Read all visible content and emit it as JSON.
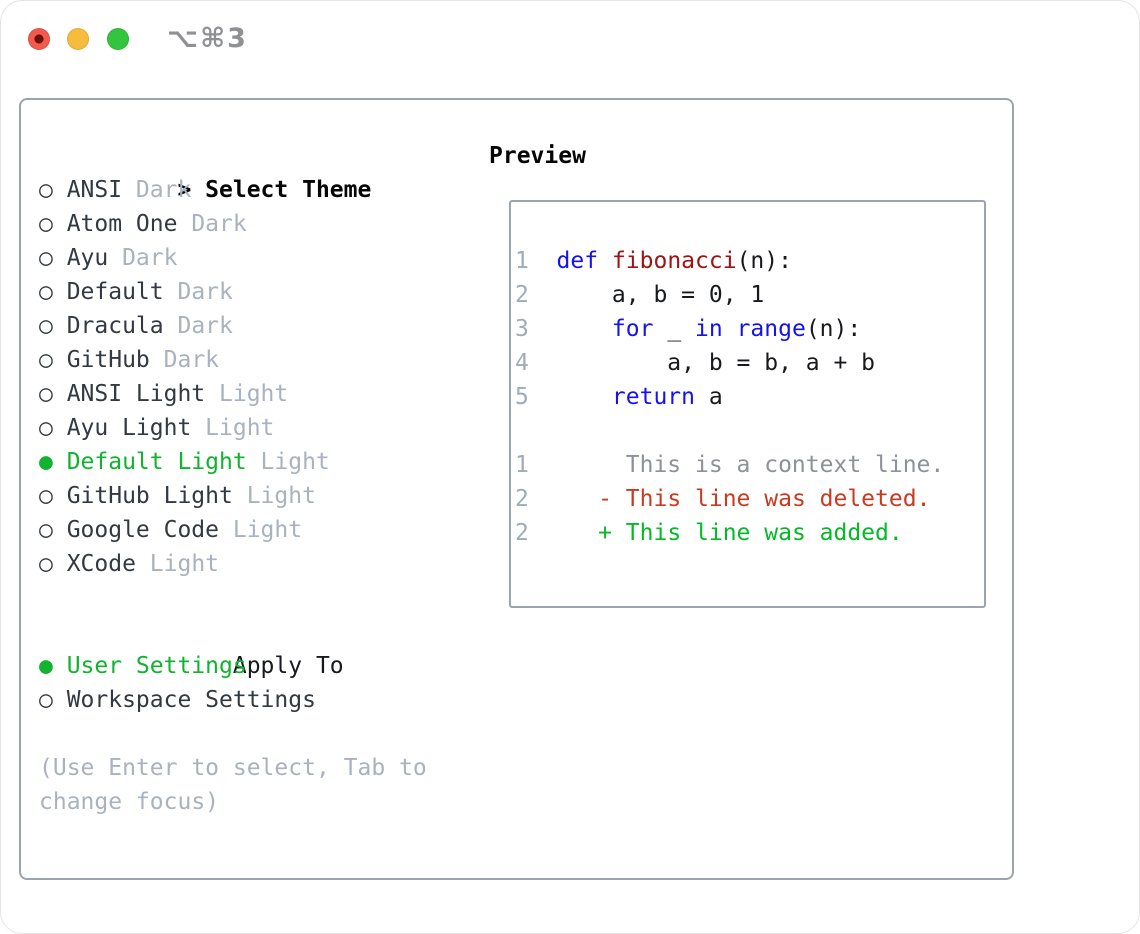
{
  "window": {
    "title": "⌥⌘3"
  },
  "colors": {
    "panel_border": "#9ba4af",
    "selection_green": "#11b32f",
    "keyword_blue": "#1412ee",
    "function_red": "#a01315",
    "context_gray": "#8d9198",
    "deleted_red": "#ca3a21",
    "added_green": "#04ba26",
    "muted_gray": "#a9b2be",
    "close_red": "#f35a4e",
    "minimize_yellow": "#f5bc3e",
    "zoom_green": "#33c440"
  },
  "theme_selector": {
    "header": {
      "marker": ">",
      "label": "Select Theme"
    },
    "radio_unselected": "○",
    "radio_selected": "●",
    "themes": [
      {
        "name": "ANSI",
        "tag": "Dark",
        "selected": false
      },
      {
        "name": "Atom One",
        "tag": "Dark",
        "selected": false
      },
      {
        "name": "Ayu",
        "tag": "Dark",
        "selected": false
      },
      {
        "name": "Default",
        "tag": "Dark",
        "selected": false
      },
      {
        "name": "Dracula",
        "tag": "Dark",
        "selected": false
      },
      {
        "name": "GitHub",
        "tag": "Dark",
        "selected": false
      },
      {
        "name": "ANSI Light",
        "tag": "Light",
        "selected": false
      },
      {
        "name": "Ayu Light",
        "tag": "Light",
        "selected": false
      },
      {
        "name": "Default Light",
        "tag": "Light",
        "selected": true
      },
      {
        "name": "GitHub Light",
        "tag": "Light",
        "selected": false
      },
      {
        "name": "Google Code",
        "tag": "Light",
        "selected": false
      },
      {
        "name": "XCode",
        "tag": "Light",
        "selected": false
      }
    ]
  },
  "apply_to": {
    "header": "Apply To",
    "options": [
      {
        "label": "User Settings",
        "selected": true
      },
      {
        "label": "Workspace Settings",
        "selected": false
      }
    ]
  },
  "hint": {
    "line1": "(Use Enter to select, Tab to",
    "line2": "change focus)"
  },
  "preview": {
    "title": "Preview",
    "lines": [
      {
        "num": "1",
        "segments": [
          {
            "t": "def",
            "c": "keyword"
          },
          {
            "t": " ",
            "c": "plain"
          },
          {
            "t": "fibonacci",
            "c": "function"
          },
          {
            "t": "(n):",
            "c": "plain"
          }
        ]
      },
      {
        "num": "2",
        "segments": [
          {
            "t": "    a, b = 0, 1",
            "c": "plain"
          }
        ]
      },
      {
        "num": "3",
        "segments": [
          {
            "t": "    ",
            "c": "plain"
          },
          {
            "t": "for",
            "c": "keyword"
          },
          {
            "t": " _ ",
            "c": "plain"
          },
          {
            "t": "in",
            "c": "keyword"
          },
          {
            "t": " ",
            "c": "plain"
          },
          {
            "t": "range",
            "c": "keyword"
          },
          {
            "t": "(n):",
            "c": "plain"
          }
        ]
      },
      {
        "num": "4",
        "segments": [
          {
            "t": "        a, b = b, a + b",
            "c": "plain"
          }
        ]
      },
      {
        "num": "5",
        "segments": [
          {
            "t": "    ",
            "c": "plain"
          },
          {
            "t": "return",
            "c": "keyword"
          },
          {
            "t": " a",
            "c": "plain"
          }
        ]
      },
      {
        "num": "",
        "segments": []
      },
      {
        "num": "1",
        "segments": [
          {
            "t": "     This is a context line.",
            "c": "context"
          }
        ]
      },
      {
        "num": "2",
        "segments": [
          {
            "t": "   ",
            "c": "plain"
          },
          {
            "t": "- This line was deleted.",
            "c": "deleted"
          }
        ]
      },
      {
        "num": "2",
        "segments": [
          {
            "t": "   ",
            "c": "plain"
          },
          {
            "t": "+ This line was added.",
            "c": "added"
          }
        ]
      }
    ]
  }
}
